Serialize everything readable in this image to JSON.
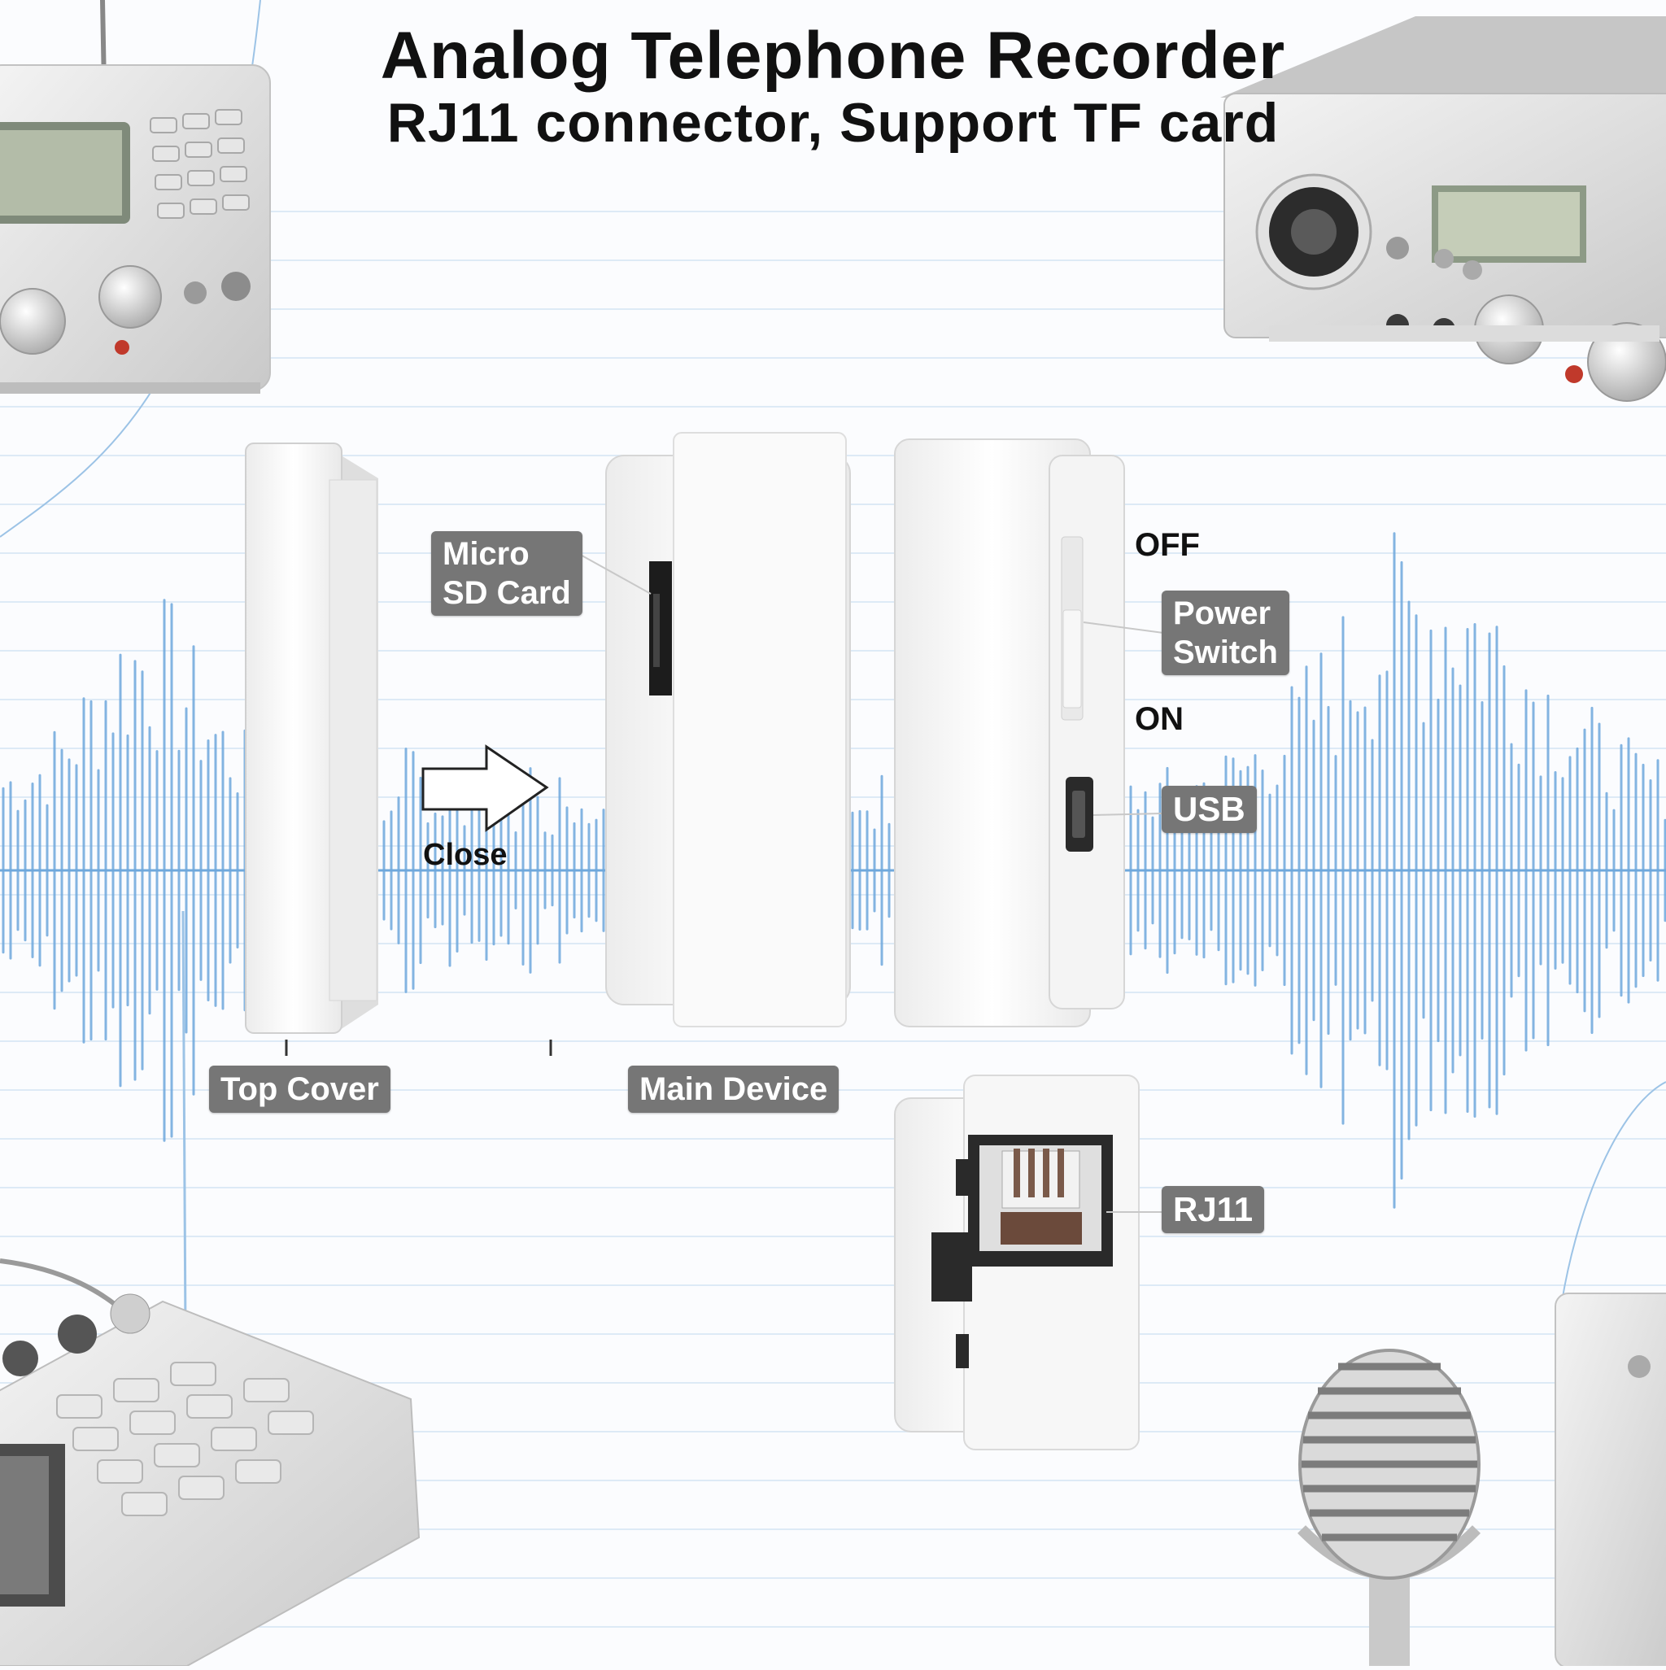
{
  "header": {
    "title": "Analog Telephone Recorder",
    "subtitle": "RJ11 connector, Support TF card"
  },
  "labels": {
    "micro_sd": [
      "Micro",
      "SD Card"
    ],
    "power_switch": [
      "Power",
      "Switch"
    ],
    "off": "OFF",
    "on": "ON",
    "usb": "USB",
    "close": "Close",
    "top_cover": "Top Cover",
    "main_device": "Main Device",
    "rj11": "RJ11"
  },
  "colors": {
    "waveform": "#6fa8dc",
    "label_bg": "#767676",
    "label_text": "#ffffff",
    "guide_lines": "#d3e4f3"
  },
  "icons": [
    "arrow-right-icon",
    "microphone-icon",
    "radio-icon",
    "amplifier-icon",
    "keypad-device-icon",
    "sd-slot-icon",
    "usb-port-icon",
    "rj11-port-icon"
  ]
}
